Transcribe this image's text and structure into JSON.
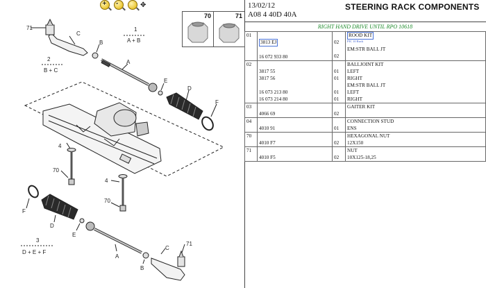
{
  "toolbar": {
    "zoom_in": "+",
    "zoom_out": "-",
    "pan": "✥"
  },
  "header": {
    "date": "13/02/12",
    "code": "A08 4 40D 40A",
    "title": "STEERING RACK COMPONENTS"
  },
  "thumbnails": [
    {
      "number": "70"
    },
    {
      "number": "71"
    }
  ],
  "subheader": "RIGHT HAND DRIVE UNTIL RPO 10618",
  "diagram_labels": {
    "l71a": "71",
    "lC1": "C",
    "lB1": "B",
    "lA1": "A",
    "lE1": "E",
    "lD1": "D",
    "lF1": "F",
    "g1_num": "1",
    "g1_text": "A + B",
    "g2_num": "2",
    "g2_text": "B + C",
    "g3_num": "3",
    "g3_text": "D + E + F",
    "l4a": "4",
    "l4b": "4",
    "l70a": "70",
    "l70b": "70",
    "lF2": "F",
    "lD2": "D",
    "lE2": "E",
    "lA2": "A",
    "lB2": "B",
    "lC2": "C",
    "l71b": "71"
  },
  "table": {
    "rows": [
      {
        "group": "01",
        "lines": [
          {
            "ref": "",
            "qty": "02",
            "desc": "ROOD KIT",
            "note": "PIC 10 Ruck"
          },
          {
            "ref": "3813 EJ",
            "qty": "",
            "desc": ""
          },
          {
            "ref": "",
            "qty": "",
            "desc": "EM:STR BALL JT"
          },
          {
            "ref": "16 072 933 80",
            "qty": "02",
            "desc": ""
          }
        ]
      },
      {
        "group": "02",
        "lines": [
          {
            "ref": "",
            "qty": "",
            "desc": "BALLJOINT KIT"
          },
          {
            "ref": "3817 55",
            "qty": "01",
            "desc": "LEFT"
          },
          {
            "ref": "3817 56",
            "qty": "01",
            "desc": "RIGHT"
          },
          {
            "ref": "",
            "qty": "",
            "desc": "EM:STR BALL JT"
          },
          {
            "ref": "16 073 213 80",
            "qty": "01",
            "desc": "LEFT"
          },
          {
            "ref": "16 073 214 80",
            "qty": "01",
            "desc": "RIGHT"
          }
        ]
      },
      {
        "group": "03",
        "lines": [
          {
            "ref": "",
            "qty": "",
            "desc": "GAITER KIT"
          },
          {
            "ref": "4066 69",
            "qty": "02",
            "desc": ""
          }
        ]
      },
      {
        "group": "04",
        "lines": [
          {
            "ref": "",
            "qty": "",
            "desc": "CONNECTION STUD"
          },
          {
            "ref": "4010 91",
            "qty": "01",
            "desc": "ENS"
          }
        ]
      },
      {
        "group": "70",
        "lines": [
          {
            "ref": "",
            "qty": "",
            "desc": "HEXAGONAL NUT"
          },
          {
            "ref": "4010 F7",
            "qty": "02",
            "desc": "12X150"
          }
        ]
      },
      {
        "group": "71",
        "lines": [
          {
            "ref": "",
            "qty": "",
            "desc": "NUT"
          },
          {
            "ref": "4010 F5",
            "qty": "02",
            "desc": "10X125-18,25"
          }
        ]
      }
    ]
  },
  "colors": {
    "subheader": "#1c8a2a",
    "highlight_border": "#4a73d8",
    "line": "#222222"
  }
}
